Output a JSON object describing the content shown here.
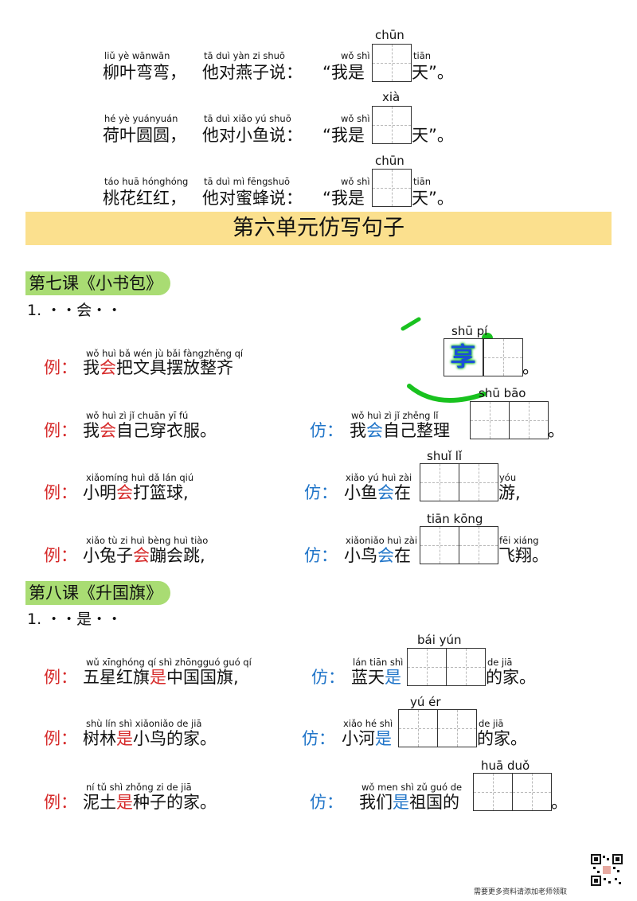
{
  "part1": {
    "rows": [
      {
        "pinyin_left": "liǔ yè wānwān",
        "pinyin_mid": "tā duì yàn zi shuō",
        "pinyin_wo": "wǒ shì",
        "pinyin_box": "chūn",
        "pinyin_after": "tiān",
        "text_left": "柳叶弯弯，",
        "text_mid": "他对燕子说：",
        "text_q1": "“我是",
        "text_q2": "天”。"
      },
      {
        "pinyin_left": "hé yè yuányuán",
        "pinyin_mid": "tā duì xiǎo yú shuō",
        "pinyin_wo": "wǒ shì",
        "pinyin_box": "xià",
        "pinyin_after": "",
        "text_left": "荷叶圆圆，",
        "text_mid": "他对小鱼说：",
        "text_q1": "“我是",
        "text_q2": "天”。"
      },
      {
        "pinyin_left": "táo huā hónghóng",
        "pinyin_mid": "tā duì mì fēngshuō",
        "pinyin_wo": "wǒ shì",
        "pinyin_box": "chūn",
        "pinyin_after": "tiān",
        "text_left": "桃花红红，",
        "text_mid": "他对蜜蜂说：",
        "text_q1": "“我是",
        "text_q2": "天”。"
      }
    ]
  },
  "banner": "第六单元仿写句子",
  "lesson7": {
    "title": "第七课《小书包》",
    "pattern": "1. ・・会・・",
    "ex_label": "例：",
    "fang_label": "仿：",
    "r1": {
      "py_ex": "wǒ huì bǎ wén jù bǎi fàngzhěng qí",
      "ex_a": "我",
      "ex_hl": "会",
      "ex_b": "把文具摆放整齐",
      "py_box": "shū  pí",
      "box_char": "享",
      "end": "。"
    },
    "r2": {
      "py_ex": "wǒ huì zì  jǐ chuān yī  fú",
      "ex_a": "我",
      "ex_hl": "会",
      "ex_b": "自己穿衣服。",
      "py_fang": "wǒ huì zì  jǐ zhěng lǐ",
      "fang_a": "我",
      "fang_hl": "会",
      "fang_b": "自己整理",
      "py_box": "shū  bāo",
      "end": "。"
    },
    "r3": {
      "py_ex": "xiǎomíng huì dǎ lán qiú",
      "ex_a": "小明",
      "ex_hl": "会",
      "ex_b": "打篮球,",
      "py_fang": "xiǎo yú huì zài",
      "fang_a": "小鱼",
      "fang_hl": "会",
      "fang_b": "在",
      "py_box": "shuǐ   lǐ",
      "py_after": "yóu",
      "after": "游,"
    },
    "r4": {
      "py_ex": "xiǎo tù  zi huì bèng huì tiào",
      "ex_a": "小兔子",
      "ex_hl": "会",
      "ex_b": "蹦会跳,",
      "py_fang": "xiǎoniǎo huì zài",
      "fang_a": "小鸟",
      "fang_hl": "会",
      "fang_b": "在",
      "py_box": "tiān  kōng",
      "py_after": "fēi xiáng",
      "after": "飞翔。"
    }
  },
  "lesson8": {
    "title": "第八课《升国旗》",
    "pattern": "1. ・・是・・",
    "ex_label": "例：",
    "fang_label": "仿：",
    "r1": {
      "py_ex": "wǔ xīnghóng qí  shì zhōngguó guó  qí",
      "ex_a": "五星红旗",
      "ex_hl": "是",
      "ex_b": "中国国旗,",
      "py_fang": "lán tiān shì",
      "fang_a": "蓝天",
      "fang_hl": "是",
      "py_box": "bái   yún",
      "py_after": "de  jiā",
      "after": "的家。"
    },
    "r2": {
      "py_ex": "shù lín  shì xiǎoniǎo de  jiā",
      "ex_a": "树林",
      "ex_hl": "是",
      "ex_b": "小鸟的家。",
      "py_fang": "xiǎo hé shì",
      "fang_a": "小河",
      "fang_hl": "是",
      "py_box": "yú    ér",
      "py_after": "de  jiā",
      "after": "的家。"
    },
    "r3": {
      "py_ex": "ní  tǔ  shì zhǒng zi  de  jiā",
      "ex_a": "泥土",
      "ex_hl": "是",
      "ex_b": "种子的家。",
      "py_fang": "wǒ men shì  zǔ guó de",
      "fang_a": "我们",
      "fang_hl": "是",
      "fang_b": "祖国的",
      "py_box": "huā  duǒ",
      "end": "。"
    }
  },
  "footer": "需要更多资料请添加老师领取"
}
